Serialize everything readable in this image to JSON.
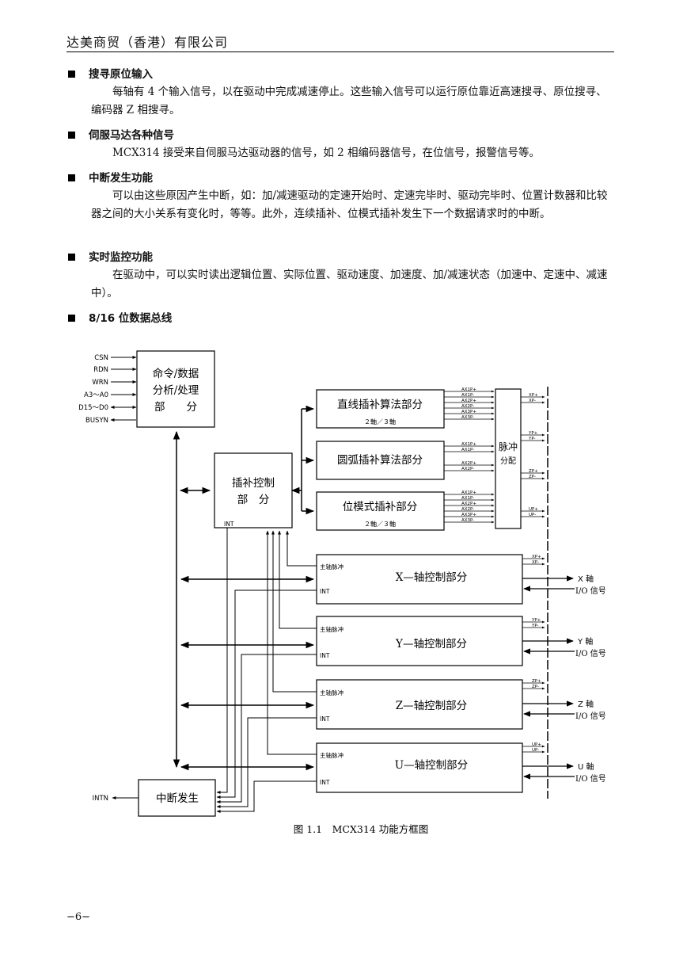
{
  "header": {
    "title": "达美商贸（香港）有限公司"
  },
  "sections": [
    {
      "heading": "搜寻原位输入",
      "body": "每轴有 4 个输入信号，以在驱动中完成减速停止。这些输入信号可以运行原位靠近高速搜寻、原位搜寻、编码器 Z 相搜寻。"
    },
    {
      "heading": "伺服马达各种信号",
      "body": "MCX314 接受来自伺服马达驱动器的信号，如 2 相编码器信号，在位信号，报警信号等。"
    },
    {
      "heading": "中断发生功能",
      "body": "可以由这些原因产生中断，如：加/减速驱动的定速开始时、定速完毕时、驱动完毕时、位置计数器和比较器之间的大小关系有变化时，等等。此外，连续插补、位模式插补发生下一个数据请求时的中断。"
    },
    {
      "heading": "实时监控功能",
      "body": "在驱动中，可以实时读出逻辑位置、实际位置、驱动速度、加速度、加/减速状态（加速中、定速中、减速中）。"
    },
    {
      "heading": "8/16 位数据总线",
      "body": ""
    }
  ],
  "diagram": {
    "bus_signals": [
      "CSN",
      "RDN",
      "WRN",
      "A3～A0",
      "D15～D0",
      "BUSYN"
    ],
    "command_block": {
      "line1": "命令/数据",
      "line2": "分析/处理",
      "line3": "部　　分"
    },
    "interp_control": {
      "line1": "插补控制",
      "line2": "部　分",
      "int_label": "INT"
    },
    "linear_interp": {
      "title": "直线插补算法部分",
      "sub": "２軸／３軸",
      "outputs": [
        "AX1P+",
        "AX1P-",
        "AX2P+",
        "AX2P-",
        "AX3P+",
        "AX3P-"
      ]
    },
    "circular_interp": {
      "title": "圆弧插补算法部分",
      "outputs": [
        "AX1P+",
        "AX1P-",
        "AX2P+",
        "AX2P-"
      ]
    },
    "bit_pattern": {
      "title": "位模式插补部分",
      "sub": "２軸／３軸",
      "outputs": [
        "AX1P+",
        "AX1P-",
        "AX2P+",
        "AX2P-",
        "AX3P+",
        "AX3P-"
      ]
    },
    "pulse_dist": {
      "line1": "脉冲",
      "line2": "分配"
    },
    "pulse_lines": [
      [
        "XP+",
        "XP-"
      ],
      [
        "YP+",
        "YP-"
      ],
      [
        "ZP+",
        "ZP-"
      ],
      [
        "UP+",
        "UP-"
      ]
    ],
    "axis_blocks": [
      {
        "title": "X—轴控制部分",
        "main_pulse": "主轴脉冲",
        "int": "INT",
        "pulses": [
          "XP+",
          "XP-"
        ],
        "axis": "X 軸",
        "io": "I/O 信号"
      },
      {
        "title": "Y—轴控制部分",
        "main_pulse": "主轴脉冲",
        "int": "INT",
        "pulses": [
          "YP+",
          "YP-"
        ],
        "axis": "Y 軸",
        "io": "I/O 信号"
      },
      {
        "title": "Z—轴控制部分",
        "main_pulse": "主轴脉冲",
        "int": "INT",
        "pulses": [
          "ZP+",
          "ZP-"
        ],
        "axis": "Z 軸",
        "io": "I/O 信号"
      },
      {
        "title": "U—轴控制部分",
        "main_pulse": "主轴脉冲",
        "int": "INT",
        "pulses": [
          "UP+",
          "UP-"
        ],
        "axis": "U 軸",
        "io": "I/O 信号"
      }
    ],
    "interrupt_block": {
      "label": "中断发生"
    },
    "intn_label": "INTN",
    "caption": "图 1.1　MCX314 功能方框图"
  },
  "footer": {
    "page": "−6−"
  }
}
